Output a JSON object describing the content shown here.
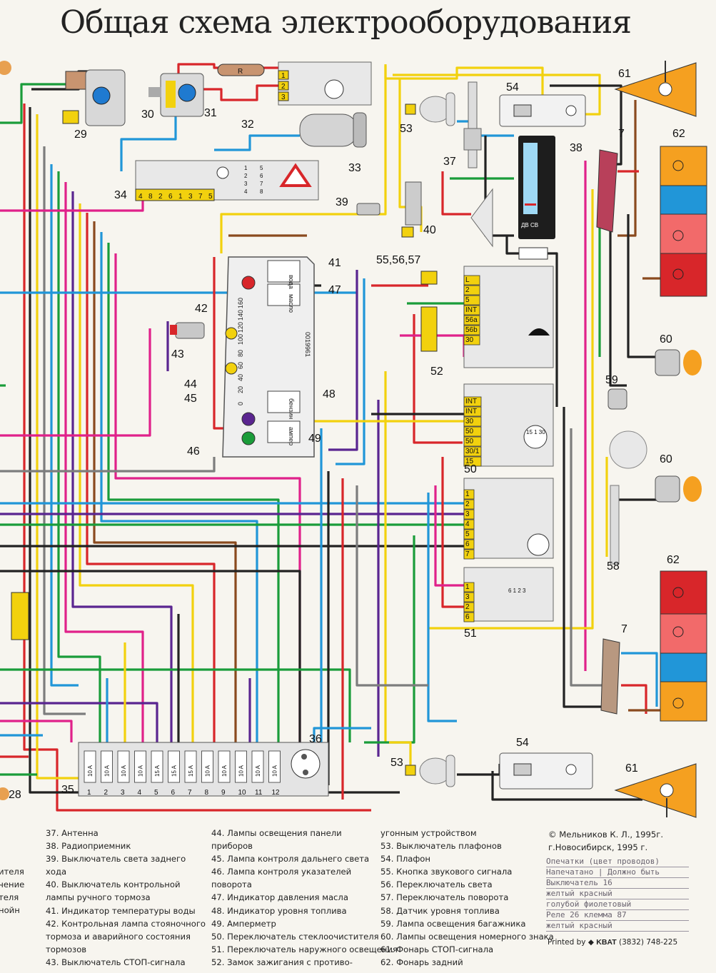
{
  "title": "Общая схема электрооборудования",
  "labels": {
    "n28": "28",
    "n29": "29",
    "n30": "30",
    "n31": "31",
    "n32": "32",
    "n33": "33",
    "n34": "34",
    "n35": "35",
    "n36": "36",
    "n37": "37",
    "n38": "38",
    "n39": "39",
    "n40": "40",
    "n41": "41",
    "n42": "42",
    "n43": "43",
    "n44": "44",
    "n45": "45",
    "n46": "46",
    "n47": "47",
    "n48": "48",
    "n49": "49",
    "n50": "50",
    "n51": "51",
    "n52": "52",
    "n53a": "53",
    "n53b": "53",
    "n54a": "54",
    "n54b": "54",
    "n555657": "55,56,57",
    "n58": "58",
    "n59": "59",
    "n60a": "60",
    "n60b": "60",
    "n61a": "61",
    "n61b": "61",
    "n62a": "62",
    "n62b": "62",
    "n7a": "7",
    "n7b": "7"
  },
  "components": {
    "resistor_mark": "R",
    "switch34_pins": [
      "4",
      "8",
      "2",
      "6",
      "1",
      "3",
      "7",
      "5"
    ],
    "switch34_rows": [
      "1",
      "5",
      "2",
      "6",
      "3",
      "7",
      "4",
      "8"
    ],
    "switch50_pins": [
      "1",
      "2",
      "3",
      "4",
      "5",
      "6",
      "7"
    ],
    "switch51_pins": [
      "1",
      "3",
      "2",
      "6"
    ],
    "switch52_pins": [
      "INT",
      "INT",
      "30",
      "50",
      "50",
      "30/1",
      "15"
    ],
    "switch57_pins": [
      "L",
      "2",
      "5",
      "INT",
      "56a",
      "56b",
      "30"
    ],
    "fuse_rating_labels": [
      "10 A",
      "10 A",
      "10 A",
      "10 A",
      "15 A",
      "15 A",
      "15 A",
      "10 A",
      "10 A",
      "10 A",
      "10 A",
      "10 A"
    ],
    "fuse_numbers": [
      "1",
      "2",
      "3",
      "4",
      "5",
      "6",
      "7",
      "8",
      "9",
      "10",
      "11",
      "12"
    ],
    "gauge_water": "вода",
    "gauge_oil": "масло",
    "gauge_fuel": "бензин",
    "gauge_amp": "ампер",
    "odometer": "0019961",
    "speed_scale": [
      "0",
      "20",
      "40",
      "60",
      "80",
      "100",
      "120",
      "140",
      "160"
    ],
    "radio_bands": "ДВ СВ",
    "ignition_positions": "15 1 30",
    "switch51_marks": "6 1 2 3"
  },
  "legend": {
    "col0": [
      "ителя",
      "чение",
      "теля",
      "",
      "нойн"
    ],
    "col1": [
      "37. Антенна",
      "38. Радиоприемник",
      "39. Выключатель света заднего",
      "хода",
      "40. Выключатель контрольной",
      "лампы ручного тормоза",
      "41. Индикатор температуры воды",
      "42. Контрольная лампа стояночного",
      "тормоза и аварийного состояния",
      "тормозов",
      "43. Выключатель СТОП-сигнала"
    ],
    "col2": [
      "44. Лампы освещения панели",
      "приборов",
      "45. Лампа контроля дальнего света",
      "46. Лампа контроля указателей",
      "поворота",
      "47. Индикатор давления масла",
      "48. Индикатор уровня топлива",
      "49. Амперметр",
      "50. Переключатель стеклоочистителя",
      "51. Переключатель наружного освещения",
      "52. Замок зажигания с противо-"
    ],
    "col3": [
      "угонным устройством",
      "53. Выключатель плафонов",
      "54. Плафон",
      "55. Кнопка звукового сигнала",
      "56. Переключатель света",
      "57. Переключатель поворота",
      "58. Датчик уровня топлива",
      "59. Лампа освещения багажника",
      "60. Лампы освещения номерного знака",
      "61. Фонарь СТОП-сигнала",
      "62. Фонарь задний"
    ]
  },
  "credit": [
    "© Мельников К. Л., 1995г.",
    "г.Новосибирск, 1995 г."
  ],
  "stamp": [
    "Опечатки (цвет проводов)",
    "Напечатано | Должно быть",
    "Выключатель 16",
    "желтый   красный",
    "голубой  фиолетовый",
    "Реле 26  клемма 87",
    "желтый   красный"
  ],
  "printed": {
    "prefix": "Printed by",
    "brand": "KBAT",
    "phone": "(3832) 748-225"
  }
}
